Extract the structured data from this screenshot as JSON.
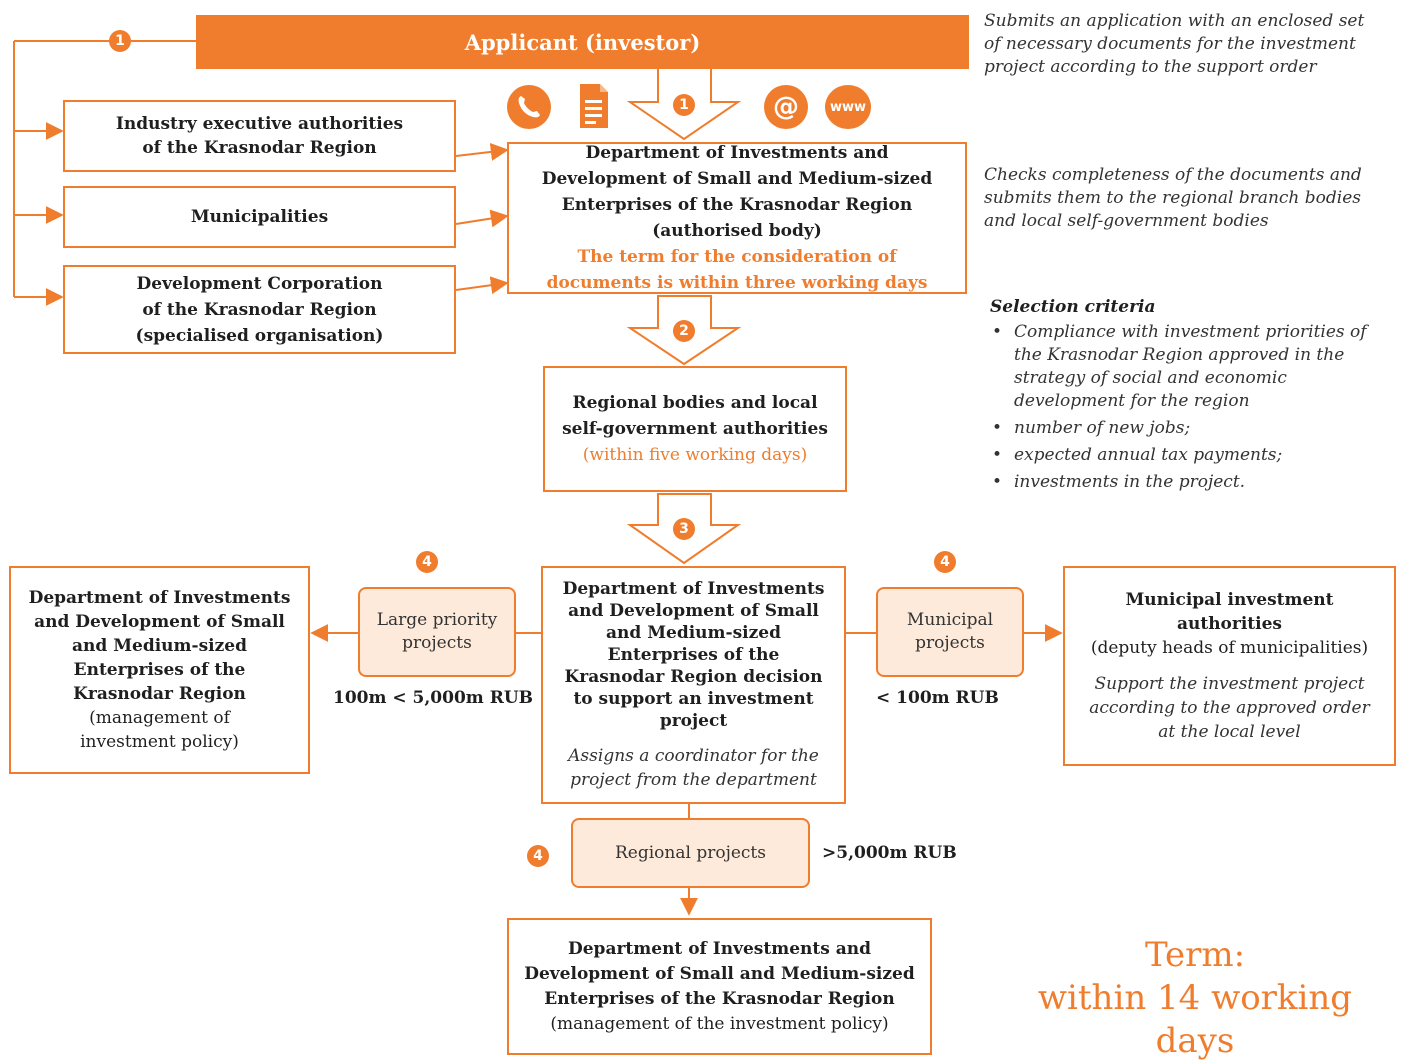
{
  "header": {
    "title": "Applicant (investor)"
  },
  "notes": {
    "applicant": "Submits an application with an enclosed set of necessary documents for the investment project according to the support order",
    "department": "Checks completeness of the documents and submits them to the regional branch bodies and local self-government bodies"
  },
  "selection": {
    "title": "Selection criteria",
    "items": [
      "Compliance with investment priorities of the Krasnodar Region approved in the strategy of social and economic development for the region",
      "number of new jobs;",
      "expected annual tax payments;",
      "investments in the project."
    ]
  },
  "left_boxes": {
    "industry": "Industry executive authorities of the Krasnodar Region",
    "municipalities": "Municipalities",
    "corporation": "Development Corporation of the Krasnodar Region (specialised organisation)"
  },
  "department_box": {
    "title": "Department of Investments and Development of Small and Medium-sized Enterprises of the Krasnodar Region (authorised body)",
    "term": "The term for the consideration of documents is within three working days"
  },
  "regional_bodies": {
    "title": "Regional bodies and local self-government authorities",
    "term": "(within five working days)"
  },
  "decision_box": {
    "title": "Department of Investments and Development of Small and Medium-sized Enterprises of the Krasnodar Region decision to support an investment project",
    "note": "Assigns a coordinator for the project from the department"
  },
  "large_priority": {
    "label": "Large priority projects",
    "threshold": "100m < 5,000m RUB"
  },
  "municipal_projects": {
    "label": "Municipal projects",
    "threshold": "< 100m RUB"
  },
  "regional_projects": {
    "label": "Regional projects",
    "threshold": ">5,000m RUB"
  },
  "left_result": {
    "title": "Department of Investments and Development of Small and Medium-sized Enterprises of the Krasnodar Region",
    "sub": "(management of investment policy)"
  },
  "right_result": {
    "title": "Municipal investment authorities",
    "sub": "(deputy heads of municipalities)",
    "note": "Support the investment project according to the approved order at the local level"
  },
  "bottom_result": {
    "title": "Department of Investments and Development of Small and Medium-sized Enterprises of the Krasnodar Region",
    "sub": "(management of the investment policy)"
  },
  "term": {
    "line1": "Term:",
    "line2": "within 14 working days"
  },
  "steps": {
    "s1": "1",
    "s2": "2",
    "s3": "3",
    "s4": "4"
  },
  "icons": {
    "phone": "phone-icon",
    "document": "document-icon",
    "email": "at-sign-icon",
    "web": "www-icon",
    "web_label": "www",
    "email_label": "@"
  },
  "colors": {
    "accent": "#ef7d2d",
    "fill": "#fdeadb"
  }
}
